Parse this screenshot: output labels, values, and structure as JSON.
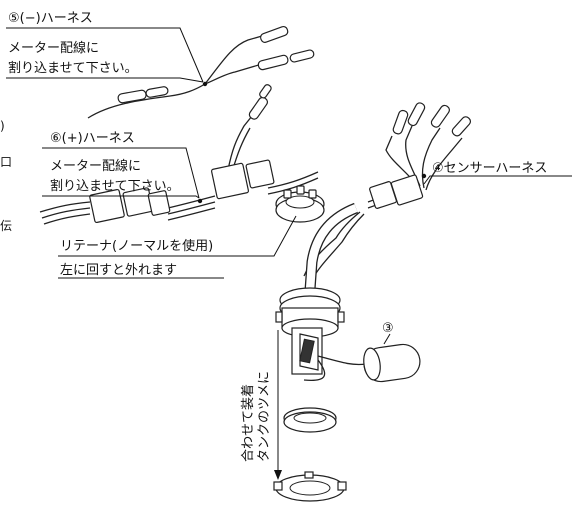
{
  "labels": {
    "neg_harness": "⑤(−)ハーネス",
    "neg_note_line1": "メーター配線に",
    "neg_note_line2": "割り込ませて下さい。",
    "pos_harness": "⑥(+)ハーネス",
    "pos_note_line1": "メーター配線に",
    "pos_note_line2": "割り込ませて下さい。",
    "sensor_harness": "④センサーハーネス",
    "retainer": "リテーナ(ノーマルを使用)",
    "retainer_note": "左に回すと外れます",
    "part3": "③",
    "install_line1": "タンクのツメに",
    "install_line2": "合わせて装着"
  },
  "edge_marks": {
    "mark_a": ")",
    "mark_b": "口",
    "mark_c": "伝"
  }
}
